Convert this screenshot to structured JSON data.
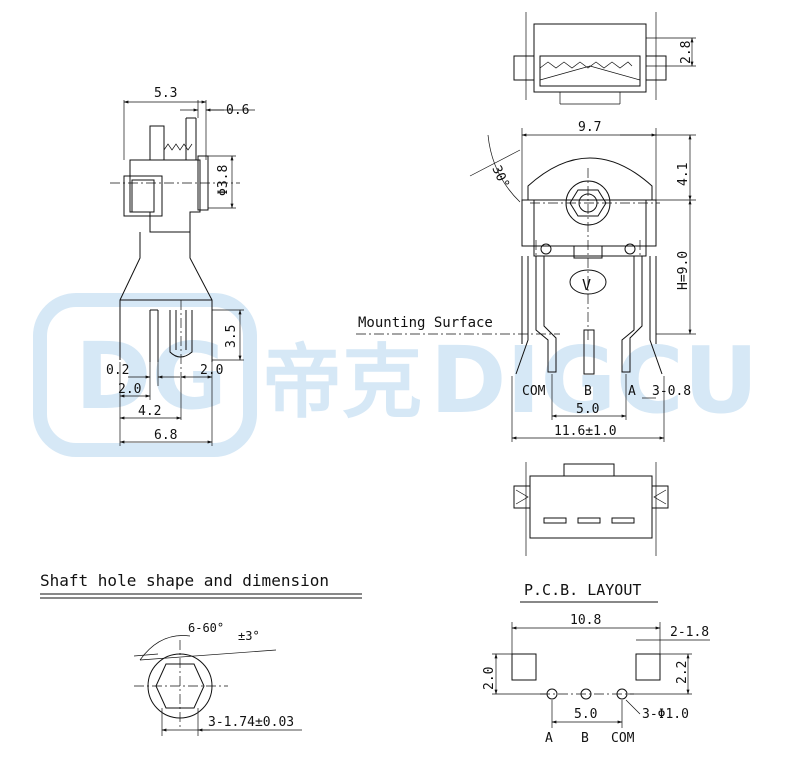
{
  "watermark": {
    "cn": "帝克",
    "en": "DIGCU",
    "logo": "DG"
  },
  "side_view": {
    "dim_width": "5.3",
    "dim_flange": "0.6",
    "dim_shaft_dia": "Φ3.8",
    "dim_leg_height": "3.5",
    "dim_pin_gap": "0.2",
    "dim_pin_right": "2.0",
    "dim_pin_left": "2.0",
    "dim_pin_span": "4.2",
    "dim_total": "6.8"
  },
  "top_view": {
    "dim_height": "2.8"
  },
  "front_view": {
    "dim_width": "9.7",
    "dim_angle": "30°",
    "dim_top": "4.1",
    "dim_h": "H=9.0",
    "label_mount": "Mounting Surface",
    "pin_com": "COM",
    "pin_b": "B",
    "pin_a": "A",
    "dim_pin_w": "3-0.8",
    "dim_pitch": "5.0",
    "dim_span": "11.6±1.0",
    "marking": "V"
  },
  "shaft_hole": {
    "title": "Shaft hole shape and dimension",
    "dim_angle": "6-60°",
    "dim_angle_tol": "±3°",
    "dim_hex": "3-1.74±0.03"
  },
  "pcb_layout": {
    "title": "P.C.B. LAYOUT",
    "dim_width": "10.8",
    "dim_pad_w": "2-1.8",
    "dim_pad_h": "2.0",
    "dim_pad_h2": "2.2",
    "dim_pitch": "5.0",
    "dim_hole": "3-Φ1.0",
    "pin_a": "A",
    "pin_b": "B",
    "pin_com": "COM"
  }
}
